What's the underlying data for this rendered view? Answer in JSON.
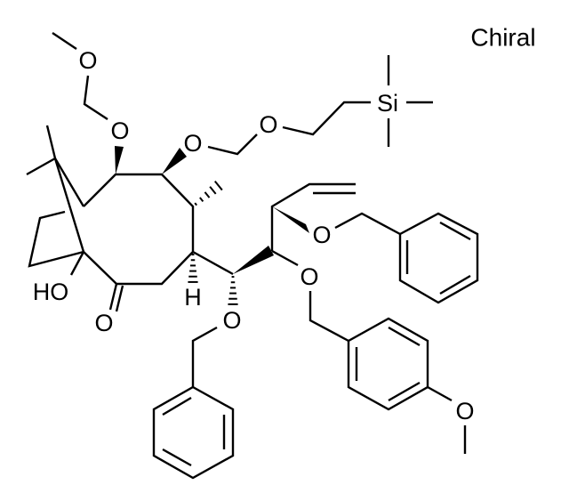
{
  "annotation": {
    "chiral_label": "Chiral"
  },
  "atoms": {
    "o_mom1_methoxy": "O",
    "o_mom1_ether": "O",
    "o_sem_ether": "O",
    "o_sem_inner": "O",
    "si": "Si",
    "o_ketone": "O",
    "hydroxyl": "HO",
    "h_stereo": "H",
    "o_bn1": "O",
    "o_bn2": "O",
    "o_pmb": "O",
    "o_pmb_methoxy": "O"
  },
  "colors": {
    "ink": "#000000",
    "background": "#ffffff"
  }
}
